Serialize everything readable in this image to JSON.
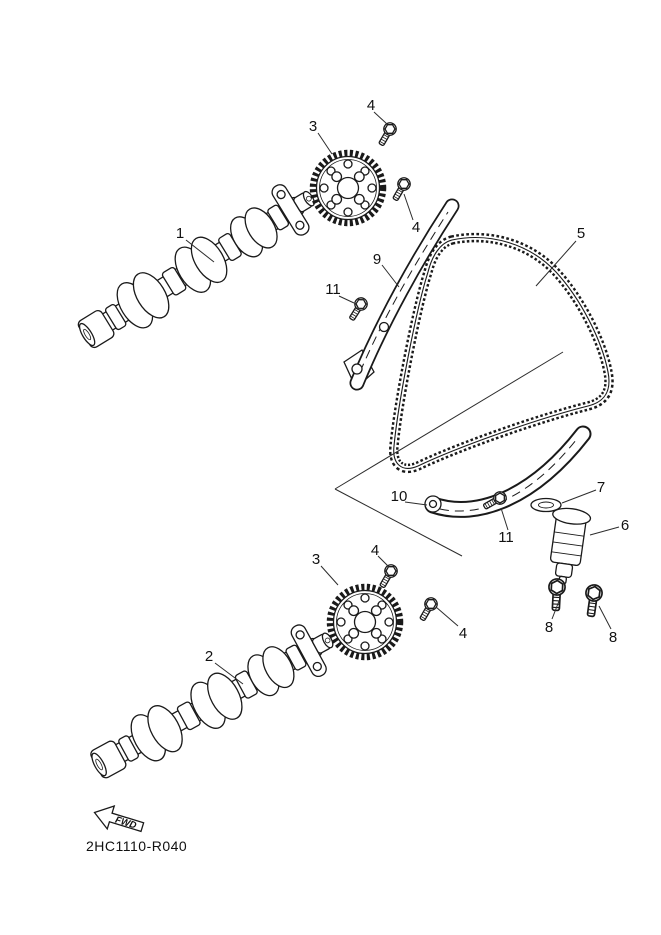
{
  "diagram": {
    "code": "2HC1110-R040",
    "fwd": "FWD",
    "ink_color": "#1a1a1a"
  },
  "callouts": [
    {
      "label": "1"
    },
    {
      "label": "3"
    },
    {
      "label": "4"
    },
    {
      "label": "4"
    },
    {
      "label": "9"
    },
    {
      "label": "11"
    },
    {
      "label": "5"
    },
    {
      "label": "10"
    },
    {
      "label": "11"
    },
    {
      "label": "7"
    },
    {
      "label": "6"
    },
    {
      "label": "8"
    },
    {
      "label": "8"
    },
    {
      "label": "3"
    },
    {
      "label": "4"
    },
    {
      "label": "4"
    },
    {
      "label": "2"
    }
  ]
}
